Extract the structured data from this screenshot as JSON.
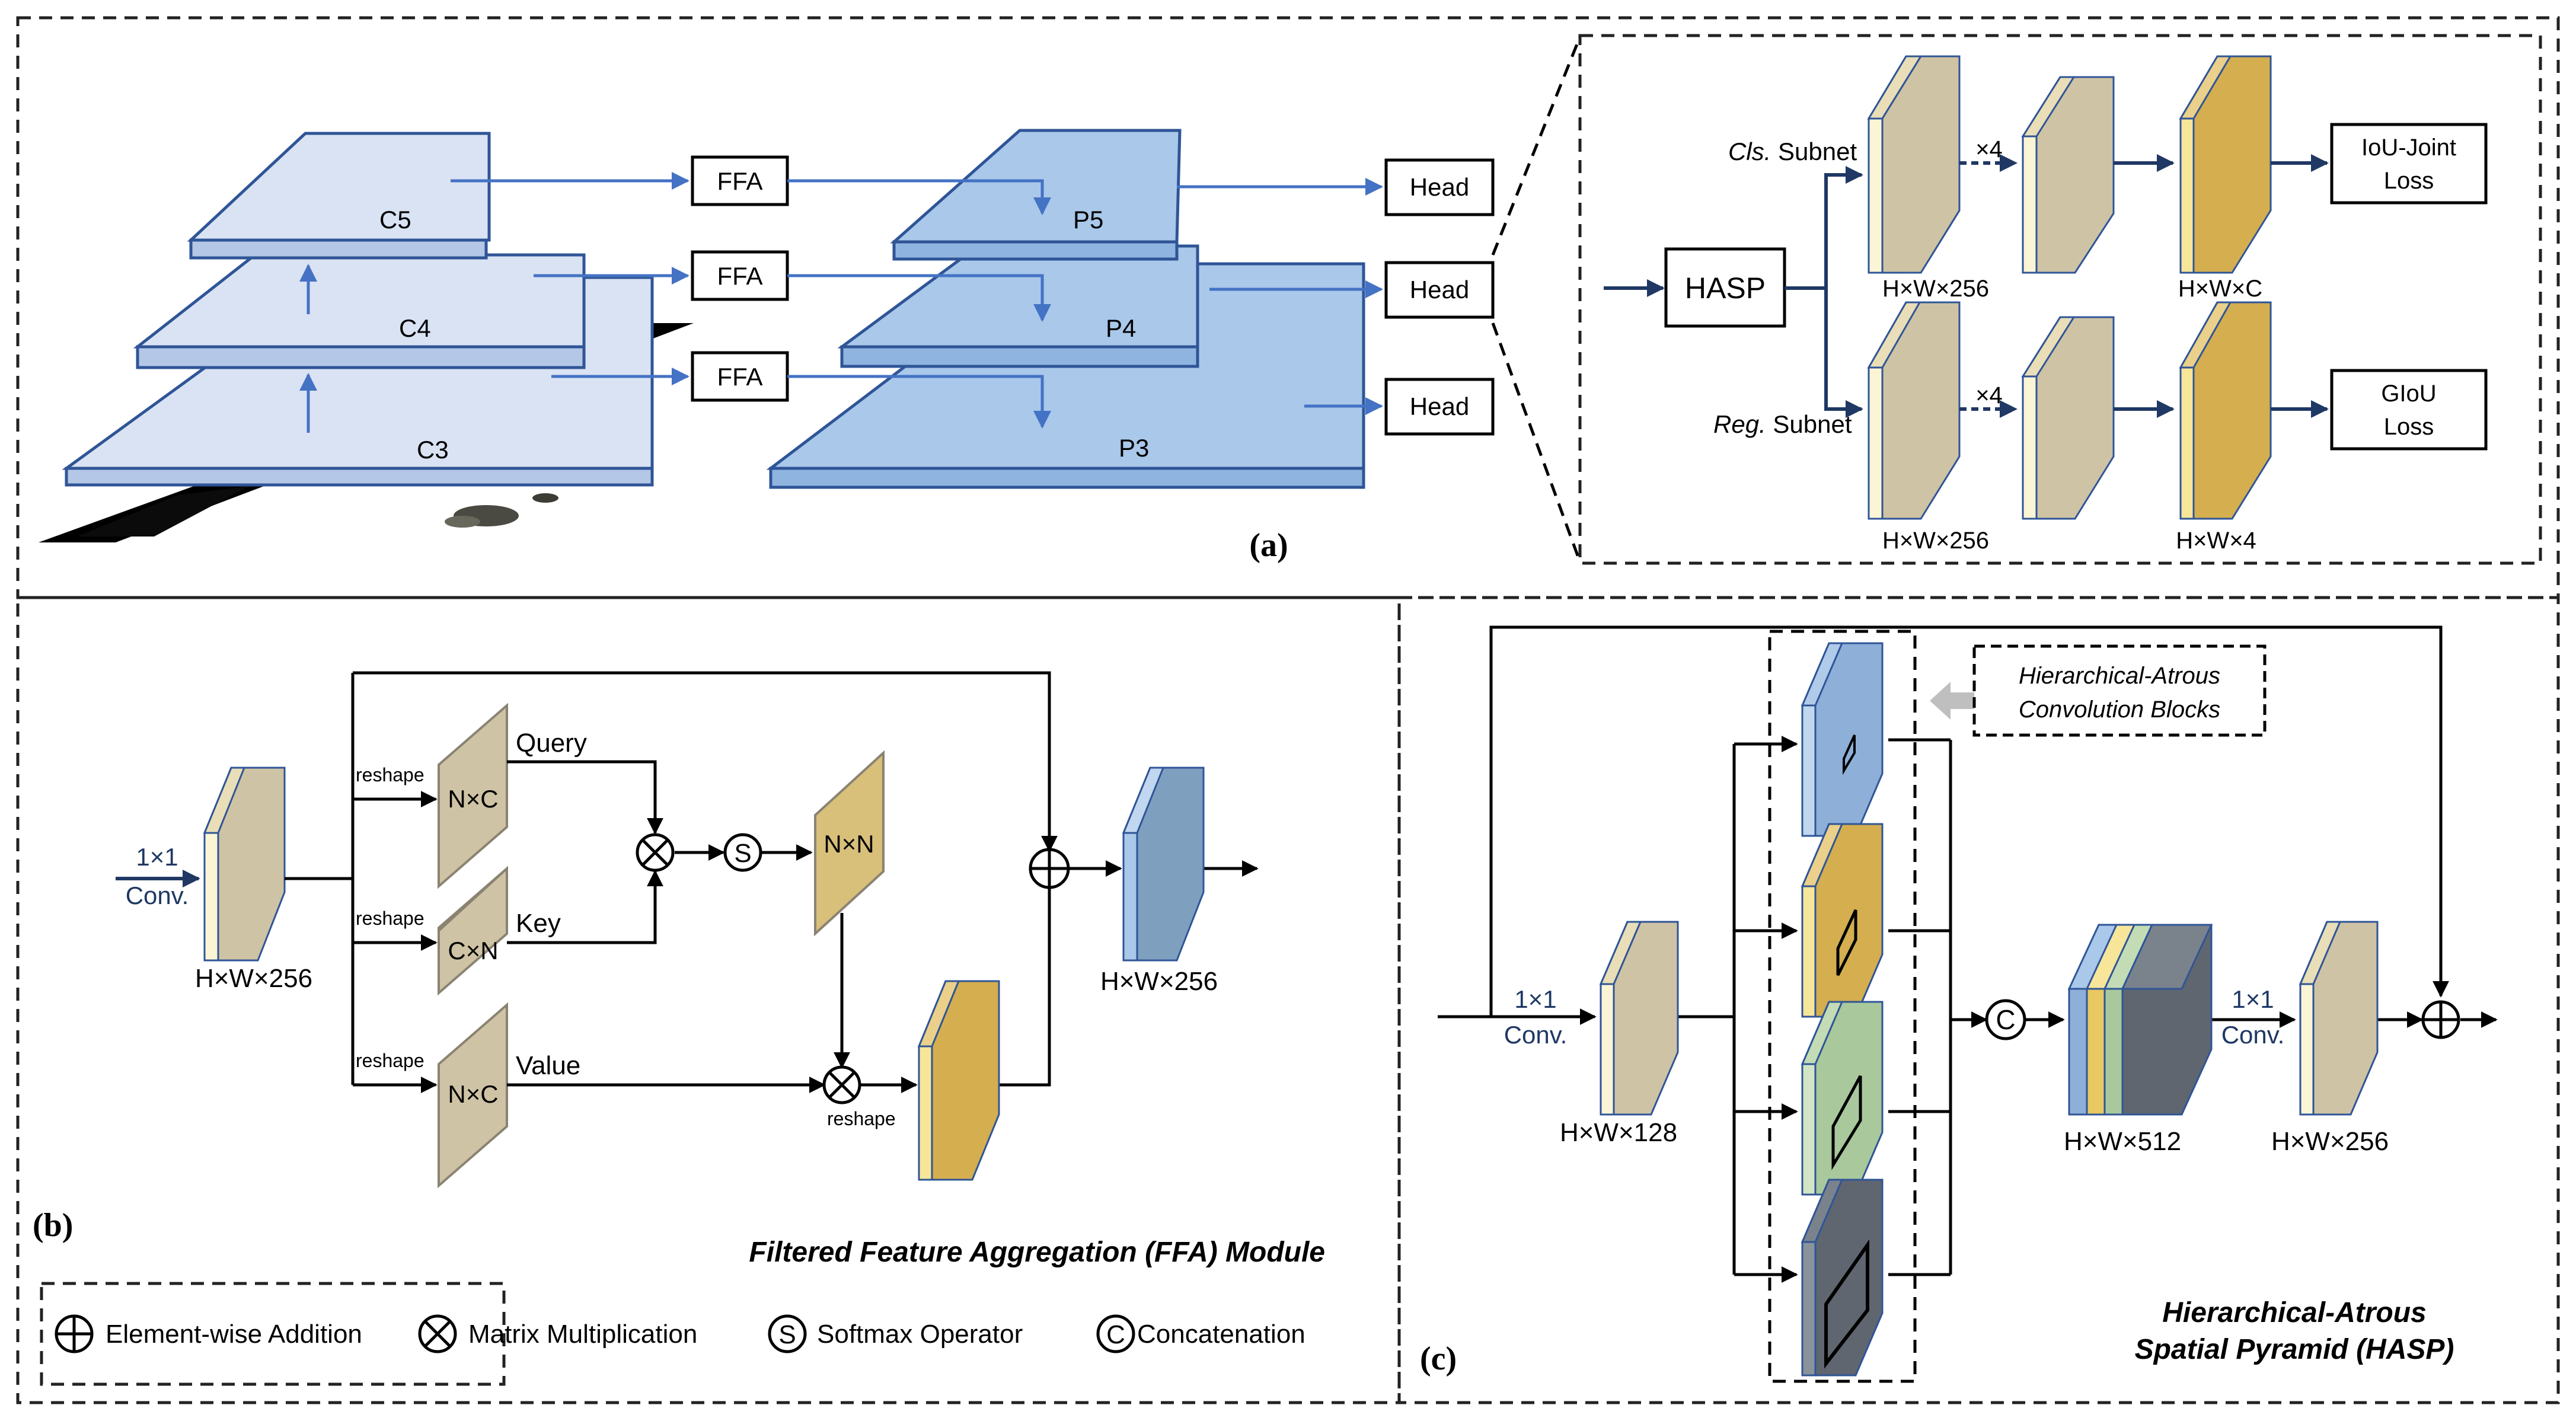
{
  "panel_a": {
    "label": "(a)",
    "backbone_levels": [
      "C5",
      "C4",
      "C3"
    ],
    "ffa_blocks": [
      "FFA",
      "FFA",
      "FFA"
    ],
    "pyramid_levels": [
      "P5",
      "P4",
      "P3"
    ],
    "heads": [
      "Head",
      "Head",
      "Head"
    ],
    "head_detail": {
      "hasp": "HASP",
      "cls_subnet_italic": "Cls.",
      "cls_subnet_rest": " Subnet",
      "reg_subnet_italic": "Reg.",
      "reg_subnet_rest": " Subnet",
      "repeat": "×4",
      "cls_dim_in": "H×W×256",
      "cls_dim_out": "H×W×C",
      "reg_dim_in": "H×W×256",
      "reg_dim_out": "H×W×4",
      "cls_loss_line1": "IoU-Joint",
      "cls_loss_line2": "Loss",
      "reg_loss_line1": "GIoU",
      "reg_loss_line2": "Loss"
    }
  },
  "panel_b": {
    "label": "(b)",
    "title": "Filtered Feature Aggregation (FFA) Module",
    "conv_line1": "1×1",
    "conv_line2": "Conv.",
    "input_dim": "H×W×256",
    "output_dim": "H×W×256",
    "reshape": "reshape",
    "query_label": "Query",
    "key_label": "Key",
    "value_label": "Value",
    "query_shape": "N×C",
    "key_shape": "C×N",
    "value_shape": "N×C",
    "attention_shape": "N×N",
    "softmax_symbol": "S"
  },
  "legend": {
    "items": [
      {
        "symbol": "⊕",
        "label": "Element-wise Addition"
      },
      {
        "symbol": "⊗",
        "label": "Matrix Multiplication"
      },
      {
        "symbol": "S",
        "label": "Softmax Operator"
      },
      {
        "symbol": "C",
        "label": "Concatenation"
      }
    ]
  },
  "panel_c": {
    "label": "(c)",
    "title_line1": "Hierarchical-Atrous",
    "title_line2": "Spatial Pyramid (HASP)",
    "blocks_label_line1": "Hierarchical-Atrous",
    "blocks_label_line2": "Convolution Blocks",
    "conv_line1": "1×1",
    "conv_line2": "Conv.",
    "dim_in": "H×W×128",
    "dim_concat": "H×W×512",
    "dim_out": "H×W×256",
    "concat_symbol": "C"
  },
  "colors": {
    "backbone_fill": "#dae3f3",
    "pyramid_fill": "#a9c8ea",
    "edge": "#2f5597",
    "arrow": "#4472c4",
    "feature_tan": "#cfc3a5",
    "feature_front": "#fbf5d6",
    "feature_gold": "#d4ae4f",
    "feature_blue": "#8dafd8",
    "feature_green": "#a9c89c",
    "feature_dark": "#5f6670"
  }
}
